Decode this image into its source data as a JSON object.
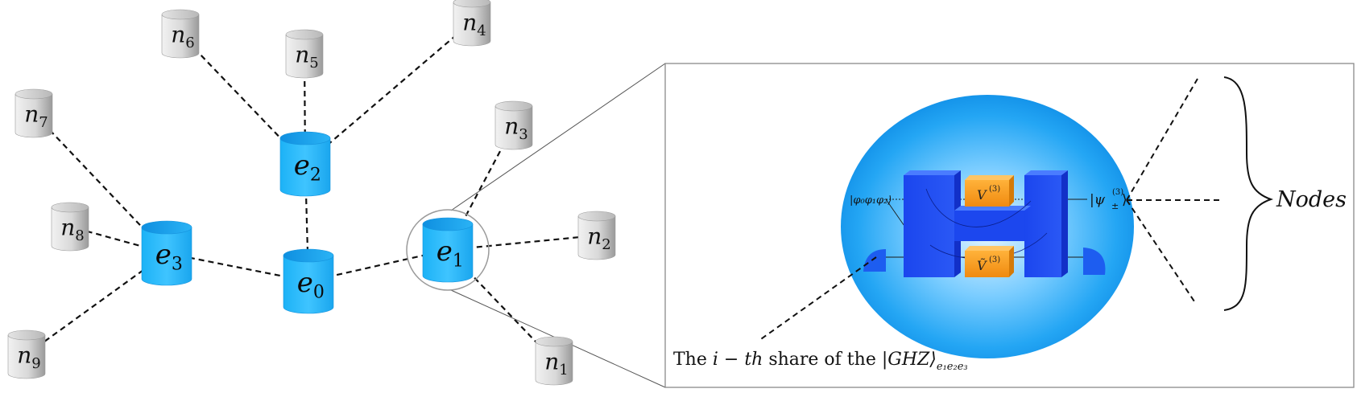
{
  "colors": {
    "edge_node_top": "#1ea7ee",
    "edge_node_body": "#22b6f7",
    "leaf_node_light": "#ececec",
    "leaf_node_dark": "#9a9a9a",
    "circuit_blue": "#1f3fe0",
    "gate_orange": "#f59a16",
    "sphere_center": "#dff3ff",
    "sphere_edge": "#0a8ee8",
    "box_border": "#8a8a8a"
  },
  "edge_nodes": [
    {
      "id": "e0",
      "base": "e",
      "sub": "0"
    },
    {
      "id": "e1",
      "base": "e",
      "sub": "1"
    },
    {
      "id": "e2",
      "base": "e",
      "sub": "2"
    },
    {
      "id": "e3",
      "base": "e",
      "sub": "3"
    }
  ],
  "leaf_nodes": [
    {
      "id": "n1",
      "base": "n",
      "sub": "1"
    },
    {
      "id": "n2",
      "base": "n",
      "sub": "2"
    },
    {
      "id": "n3",
      "base": "n",
      "sub": "3"
    },
    {
      "id": "n4",
      "base": "n",
      "sub": "4"
    },
    {
      "id": "n5",
      "base": "n",
      "sub": "5"
    },
    {
      "id": "n6",
      "base": "n",
      "sub": "6"
    },
    {
      "id": "n7",
      "base": "n",
      "sub": "7"
    },
    {
      "id": "n8",
      "base": "n",
      "sub": "8"
    },
    {
      "id": "n9",
      "base": "n",
      "sub": "9"
    }
  ],
  "links": [
    [
      "e0",
      "e1"
    ],
    [
      "e0",
      "e2"
    ],
    [
      "e0",
      "e3"
    ],
    [
      "e1",
      "n1"
    ],
    [
      "e1",
      "n2"
    ],
    [
      "e1",
      "n3"
    ],
    [
      "e2",
      "n4"
    ],
    [
      "e2",
      "n5"
    ],
    [
      "e2",
      "n6"
    ],
    [
      "e3",
      "n7"
    ],
    [
      "e3",
      "n8"
    ],
    [
      "e3",
      "n9"
    ]
  ],
  "zoom": {
    "input_state": "|φ₀φ₁φ₂⟩",
    "output_state_psi": "|ψ",
    "output_state_sup": "(3)",
    "output_state_sub": "±",
    "output_state_close": "⟩",
    "gate_v_label": "V",
    "gate_v_sup": "(3)",
    "gate_vtilde_label": "Ṽ",
    "gate_vtilde_sup": "(3)",
    "nodes_label": "Nodes",
    "share_caption_prefix": "The ",
    "share_caption_ith": "i − th",
    "share_caption_mid": " share of the ",
    "share_caption_ghz": "|GHZ⟩",
    "share_caption_sub": "e₁e₂e₃"
  }
}
